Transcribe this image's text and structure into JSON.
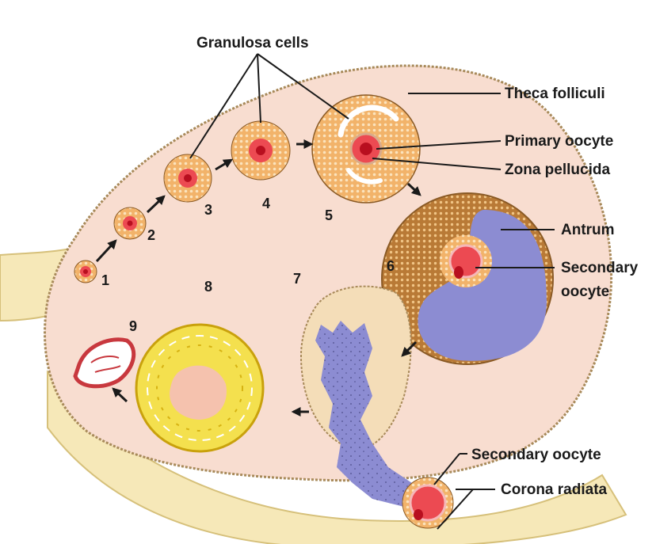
{
  "labels": {
    "granulosa": "Granulosa cells",
    "theca": "Theca folliculi",
    "primary_oocyte": "Primary oocyte",
    "zona": "Zona pellucida",
    "antrum": "Antrum",
    "secondary_oocyte_a": "Secondary",
    "secondary_oocyte_b": "oocyte",
    "secondary_oocyte_ovulated": "Secondary oocyte",
    "corona": "Corona radiata"
  },
  "stages": [
    "1",
    "2",
    "3",
    "4",
    "5",
    "6",
    "7",
    "8",
    "9"
  ],
  "colors": {
    "ovary": "#f8ddd0",
    "ligament": "#f6e8b8",
    "granulosa": "#eaa04a",
    "oocyte": "#ec4a52",
    "nucleus": "#b80f1f",
    "antrum": "#8c8cd2",
    "corpus_luteum": "#f4e04e",
    "corpus_albicans": "#c8383e"
  }
}
